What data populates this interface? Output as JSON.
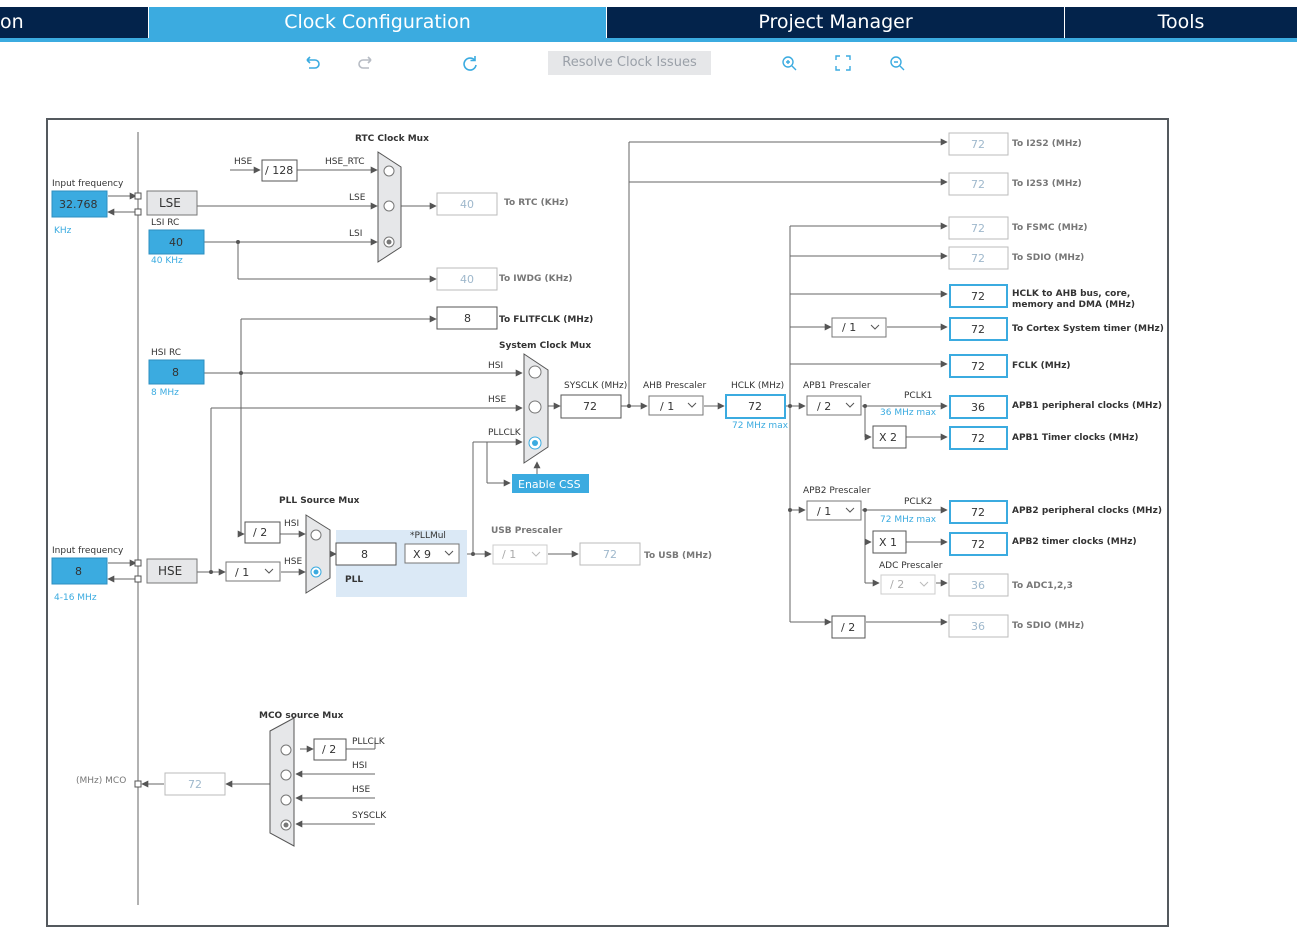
{
  "tabs": [
    {
      "label": "on"
    },
    {
      "label": "Clock Configuration"
    },
    {
      "label": "Project Manager"
    },
    {
      "label": "Tools"
    }
  ],
  "toolbar": {
    "undo_icon": "undo-icon",
    "redo_icon": "redo-icon",
    "reset_icon": "refresh-icon",
    "resolve_label": "Resolve Clock Issues",
    "zoom_in_icon": "zoom-in-icon",
    "fit_icon": "fit-icon",
    "zoom_out_icon": "zoom-out-icon"
  },
  "colors": {
    "accent": "#3babe0",
    "nav_bg": "#03234b",
    "pll_bg": "#dbe9f6"
  },
  "diagram": {
    "lse": {
      "input_freq_label": "Input frequency",
      "value": "32.768",
      "unit": "KHz",
      "name": "LSE"
    },
    "lsi": {
      "title": "LSI RC",
      "value": "40",
      "unit": "40 KHz"
    },
    "hsi": {
      "title": "HSI RC",
      "value": "8",
      "unit": "8 MHz"
    },
    "hse": {
      "input_freq_label": "Input frequency",
      "value": "8",
      "range": "4-16 MHz",
      "name": "HSE"
    },
    "rtc_mux": {
      "title": "RTC Clock Mux",
      "hse_label": "HSE",
      "div": "/ 128",
      "hse_rtc": "HSE_RTC",
      "lse": "LSE",
      "lsi": "LSI",
      "out_value": "40",
      "out_label": "To RTC (KHz)"
    },
    "iwdg": {
      "value": "40",
      "label": "To IWDG (KHz)"
    },
    "flitf": {
      "value": "8",
      "label": "To FLITFCLK (MHz)"
    },
    "sys_mux": {
      "title": "System Clock Mux",
      "hsi": "HSI",
      "hse": "HSE",
      "pllclk": "PLLCLK",
      "css": "Enable CSS"
    },
    "sysclk": {
      "label": "SYSCLK (MHz)",
      "value": "72"
    },
    "ahb": {
      "label": "AHB Prescaler",
      "value": "/ 1"
    },
    "hclk": {
      "label": "HCLK (MHz)",
      "value": "72",
      "max": "72 MHz max"
    },
    "pll_src": {
      "title": "PLL Source Mux",
      "div2": "/ 2",
      "hsi": "HSI",
      "hse": "HSE",
      "hse_div": "/ 1"
    },
    "pll": {
      "value": "8",
      "mul_label": "*PLLMul",
      "mul": "X 9",
      "name": "PLL"
    },
    "usb": {
      "label": "USB Prescaler",
      "div": "/ 1",
      "value": "72",
      "out": "To USB (MHz)"
    },
    "apb1": {
      "label": "APB1 Prescaler",
      "div": "/ 2",
      "pclk": "PCLK1",
      "max": "36 MHz max",
      "mult": "X 2"
    },
    "apb2": {
      "label": "APB2 Prescaler",
      "div": "/ 1",
      "pclk": "PCLK2",
      "max": "72 MHz max",
      "mult": "X 1"
    },
    "adc": {
      "label": "ADC Prescaler",
      "div": "/ 2"
    },
    "cortex_div": "/ 1",
    "sdio_div": "/ 2",
    "outputs": [
      {
        "value": "72",
        "label": "To I2S2 (MHz)",
        "active": false
      },
      {
        "value": "72",
        "label": "To I2S3 (MHz)",
        "active": false
      },
      {
        "value": "72",
        "label": "To FSMC (MHz)",
        "active": false
      },
      {
        "value": "72",
        "label": "To SDIO (MHz)",
        "active": false
      },
      {
        "value": "72",
        "label": "HCLK to AHB bus, core,",
        "label2": "memory and DMA (MHz)",
        "active": true
      },
      {
        "value": "72",
        "label": "To Cortex System timer (MHz)",
        "active": true
      },
      {
        "value": "72",
        "label": "FCLK (MHz)",
        "active": true
      },
      {
        "value": "36",
        "label": "APB1 peripheral clocks (MHz)",
        "active": true
      },
      {
        "value": "72",
        "label": "APB1 Timer clocks (MHz)",
        "active": true
      },
      {
        "value": "72",
        "label": "APB2 peripheral clocks (MHz)",
        "active": true
      },
      {
        "value": "72",
        "label": "APB2 timer clocks (MHz)",
        "active": true
      },
      {
        "value": "36",
        "label": "To ADC1,2,3",
        "active": false
      },
      {
        "value": "36",
        "label": "To SDIO (MHz)",
        "active": false
      }
    ],
    "mco": {
      "title": "MCO source Mux",
      "label": "(MHz) MCO",
      "value": "72",
      "div": "/ 2",
      "pllclk": "PLLCLK",
      "hsi": "HSI",
      "hse": "HSE",
      "sysclk": "SYSCLK"
    }
  }
}
